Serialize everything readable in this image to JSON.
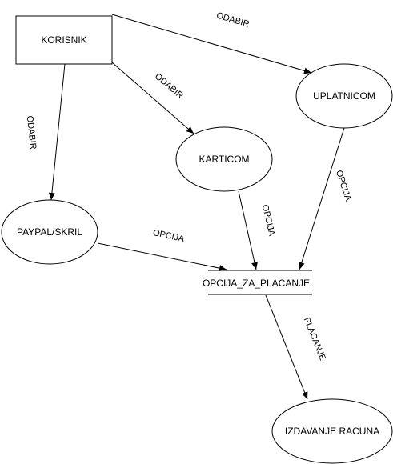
{
  "diagram": {
    "nodes": {
      "korisnik": "KORISNIK",
      "uplatnicom": "UPLATNICOM",
      "karticom": "KARTICOM",
      "paypal": "PAYPAL/SKRIL",
      "opcija_za_placanje": "OPCIJA_ZA_PLACANJE",
      "izdavanje_racuna": "IZDAVANJE RACUNA"
    },
    "edges": [
      {
        "from": "KORISNIK",
        "to": "UPLATNICOM",
        "label": "ODABIR"
      },
      {
        "from": "KORISNIK",
        "to": "KARTICOM",
        "label": "ODABIR"
      },
      {
        "from": "KORISNIK",
        "to": "PAYPAL/SKRIL",
        "label": "ODABIR"
      },
      {
        "from": "PAYPAL/SKRIL",
        "to": "OPCIJA_ZA_PLACANJE",
        "label": "OPCIJA"
      },
      {
        "from": "KARTICOM",
        "to": "OPCIJA_ZA_PLACANJE",
        "label": "OPCIJA"
      },
      {
        "from": "UPLATNICOM",
        "to": "OPCIJA_ZA_PLACANJE",
        "label": "OPCIJA"
      },
      {
        "from": "OPCIJA_ZA_PLACANJE",
        "to": "IZDAVANJE RACUNA",
        "label": "PLACANJE"
      }
    ],
    "colors": {
      "stroke": "#000000",
      "fill": "#ffffff",
      "text": "#000000"
    }
  }
}
